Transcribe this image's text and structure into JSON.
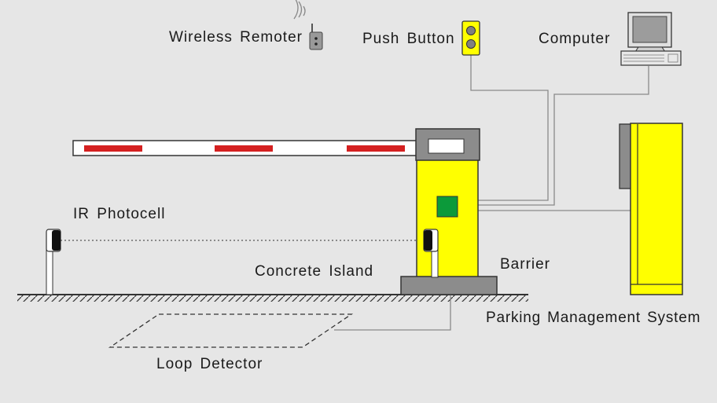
{
  "labels": {
    "wireless_remoter": "Wireless Remoter",
    "push_button": "Push Button",
    "computer": "Computer",
    "ir_photocell": "IR Photocell",
    "concrete_island": "Concrete Island",
    "barrier": "Barrier",
    "parking_management_system": "Parking Management System",
    "loop_detector": "Loop Detector"
  },
  "colors": {
    "background": "#e6e6e6",
    "barrier_yellow": "#ffff00",
    "boom_stripe_red": "#d42020",
    "controller_green": "#0c9a3a",
    "housing_gray": "#8c8c8c",
    "wire_gray": "#8a8a8a"
  },
  "icons": [
    "wifi-signal-icon",
    "remote-control-icon",
    "traffic-light-button-icon",
    "computer-monitor-icon",
    "keyboard-icon"
  ]
}
